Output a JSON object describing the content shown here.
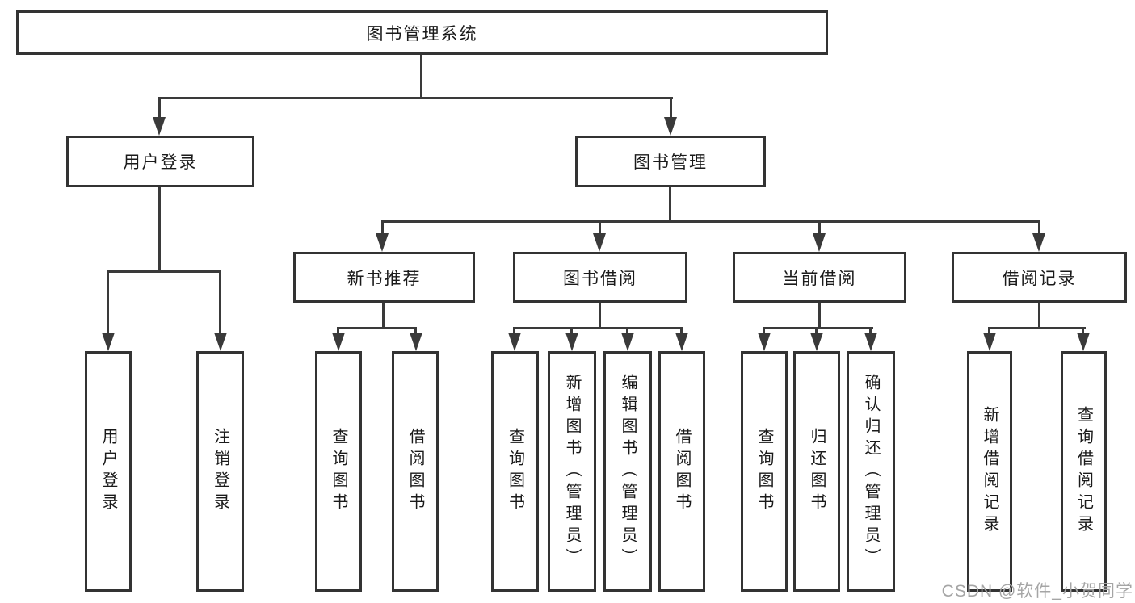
{
  "tree": {
    "root": {
      "label": "图书管理系统"
    },
    "branches": [
      {
        "label": "用户登录",
        "children": [
          {
            "label": "用户登录"
          },
          {
            "label": "注销登录"
          }
        ]
      },
      {
        "label": "图书管理",
        "children": [
          {
            "label": "新书推荐",
            "children": [
              {
                "label": "查询图书"
              },
              {
                "label": "借阅图书"
              }
            ]
          },
          {
            "label": "图书借阅",
            "children": [
              {
                "label": "查询图书"
              },
              {
                "label": "新增图书（管理员）"
              },
              {
                "label": "编辑图书（管理员）"
              },
              {
                "label": "借阅图书"
              }
            ]
          },
          {
            "label": "当前借阅",
            "children": [
              {
                "label": "查询图书"
              },
              {
                "label": "归还图书"
              },
              {
                "label": "确认归还（管理员）"
              }
            ]
          },
          {
            "label": "借阅记录",
            "children": [
              {
                "label": "新增借阅记录"
              },
              {
                "label": "查询借阅记录"
              }
            ]
          }
        ]
      }
    ]
  },
  "watermark": {
    "text": "CSDN @软件_小贺同学"
  },
  "colors": {
    "line": "#3a3a3a",
    "box_border": "#333333",
    "text": "#1a1a1a",
    "watermark": "#a5a5a5",
    "background": "#ffffff"
  }
}
